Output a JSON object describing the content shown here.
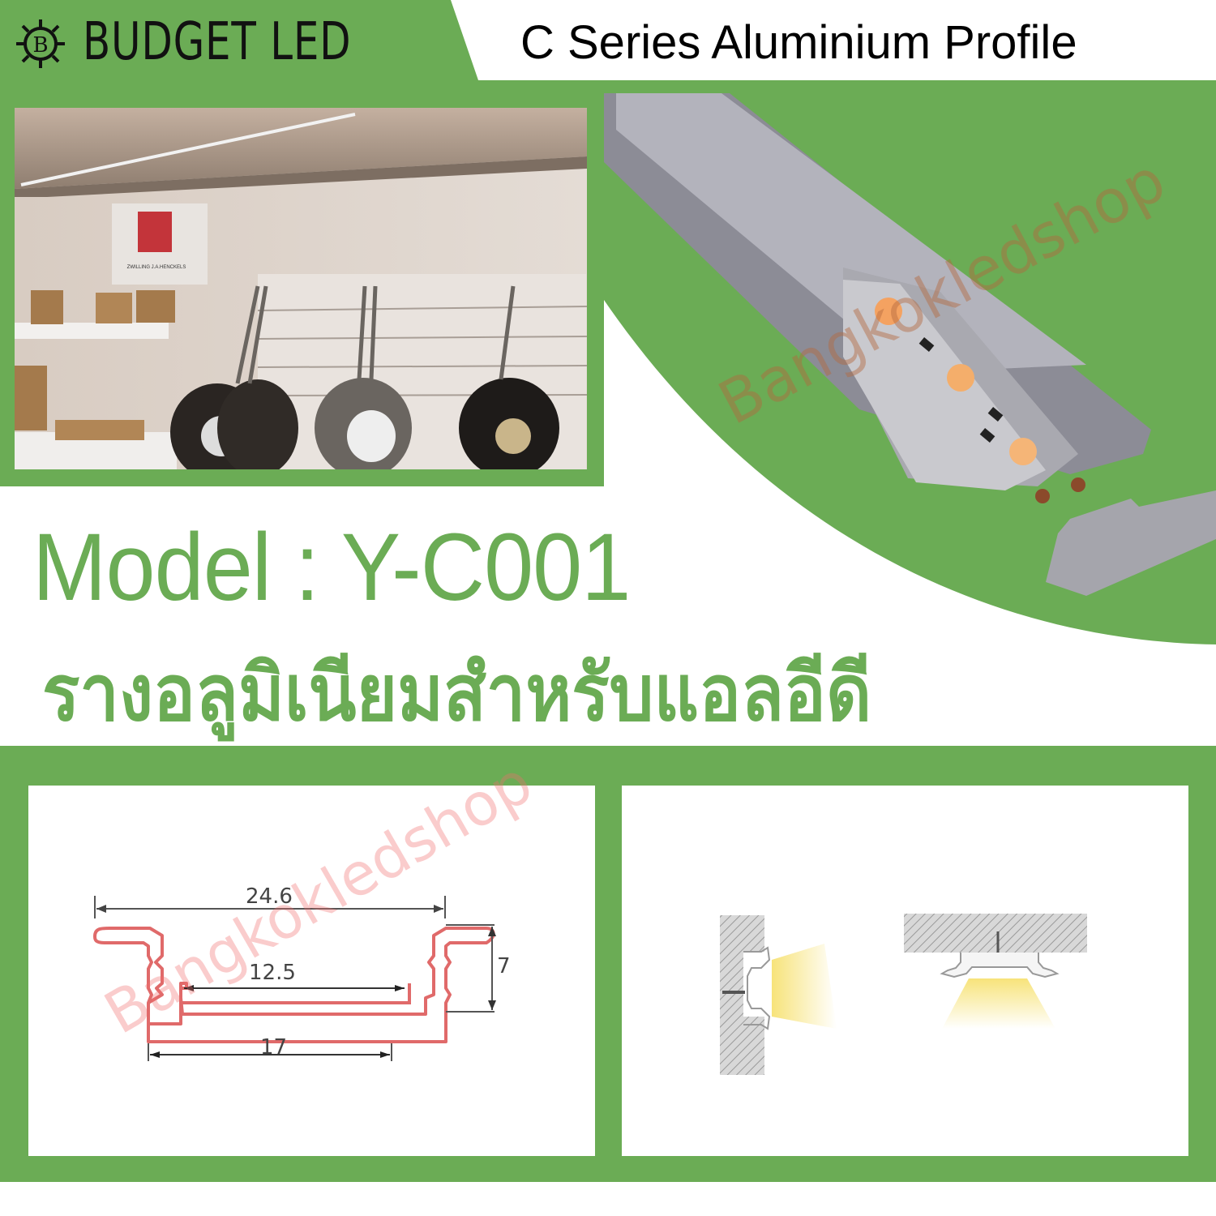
{
  "header": {
    "brand_name": "BUDGET LED",
    "brand_logo_letter": "B",
    "series_title": "C Series Aluminium Profile"
  },
  "product": {
    "model_label": "Model : Y-C001",
    "thai_description": "รางอลูมิเนียมสำหรับแอลอีดี"
  },
  "photo": {
    "sign_text": "ZWILLING J.A.HENCKELS"
  },
  "dimensions": {
    "overall_width": "24.6",
    "inner_width": "12.5",
    "base_width": "17",
    "height": "7"
  },
  "watermark": {
    "text": "Bangkokledshop"
  },
  "colors": {
    "brand_green": "#6BAC55",
    "profile_outline": "#E06A6A",
    "led_light": "#F7E37A",
    "aluminium_grey": "#A7A7AE"
  }
}
